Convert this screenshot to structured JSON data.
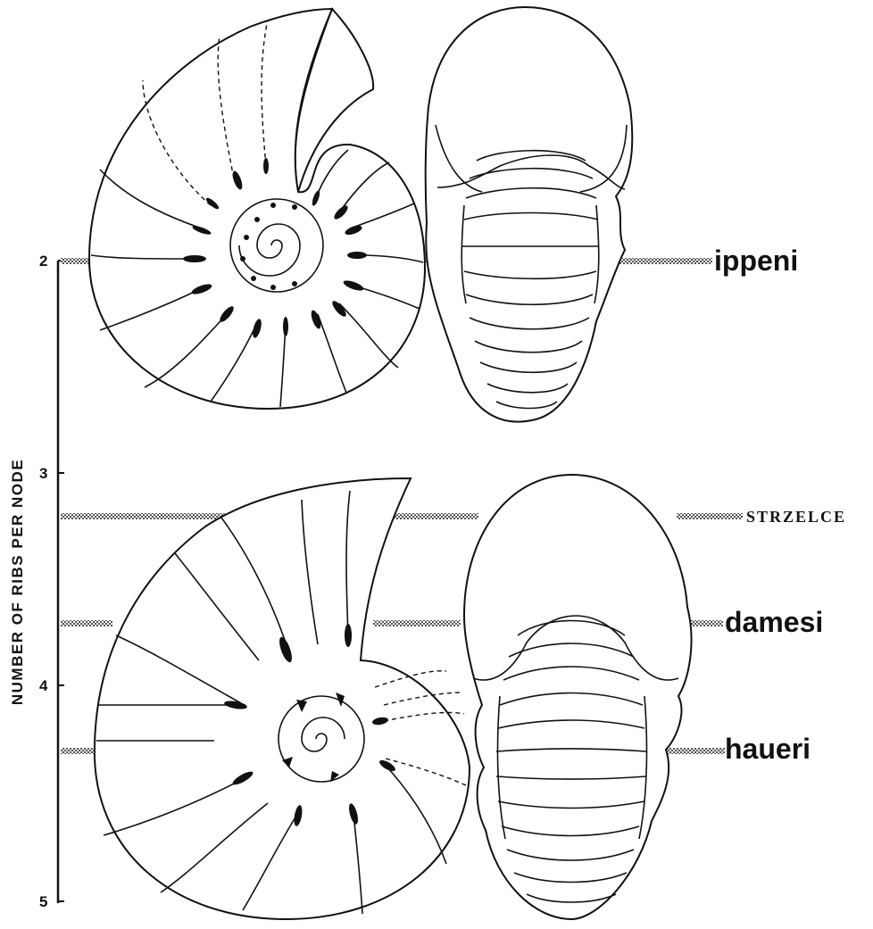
{
  "axis": {
    "title": "NUMBER OF RIBS PER NODE",
    "ticks": [
      "2",
      "3",
      "4",
      "5"
    ]
  },
  "markers": [
    {
      "label": "ippeni",
      "value": 2.0,
      "style": "species"
    },
    {
      "label": "STRZELCE",
      "value": 3.2,
      "style": "locality"
    },
    {
      "label": "damesi",
      "value": 3.7,
      "style": "species"
    },
    {
      "label": "haueri",
      "value": 4.3,
      "style": "species"
    }
  ],
  "colors": {
    "ink": "#111111",
    "paper": "#ffffff",
    "hatch": "#555555"
  }
}
